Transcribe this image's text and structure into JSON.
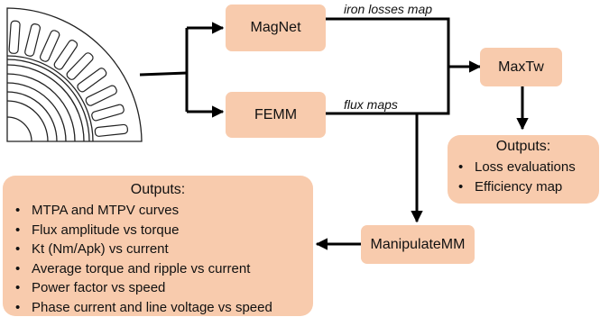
{
  "nodes": {
    "magnet": "MagNet",
    "femm": "FEMM",
    "maxtw": "MaxTw",
    "manipulatemm": "ManipulateMM"
  },
  "edge_labels": {
    "iron_losses": "iron losses map",
    "flux_maps": "flux maps"
  },
  "outputs_right": {
    "title": "Outputs:",
    "items": [
      "Loss evaluations",
      "Efficiency map"
    ]
  },
  "outputs_left": {
    "title": "Outputs:",
    "items": [
      "MTPA and MTPV curves",
      "Flux amplitude vs torque",
      "Kt (Nm/Apk) vs current",
      "Average torque and ripple vs current",
      "Power factor vs speed",
      "Phase current and line voltage vs speed"
    ]
  },
  "colors": {
    "box_fill": "#f8cbad",
    "line": "#000000"
  }
}
